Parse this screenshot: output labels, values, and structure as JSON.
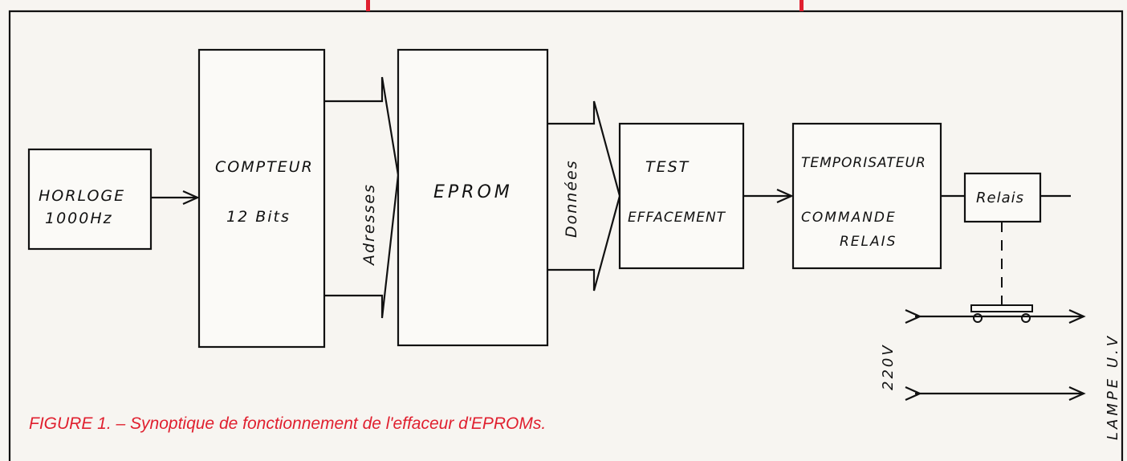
{
  "diagram": {
    "blocks": {
      "horloge": [
        "HORLOGE",
        "1000Hz"
      ],
      "compteur": [
        "COMPTEUR",
        "12 Bits"
      ],
      "eprom": "EPROM",
      "test": [
        "TEST",
        "EFFACEMENT"
      ],
      "tempo": [
        "TEMPORISATEUR",
        "COMMANDE",
        "RELAIS"
      ],
      "relais": "Relais"
    },
    "buses": {
      "adresses": "Adresses",
      "donnees": "Données"
    },
    "power": {
      "voltage": "220V",
      "lamp": "LAMPE U.V"
    }
  },
  "caption": "FIGURE 1. – Synoptique de fonctionnement de l'effaceur d'EPROMs.",
  "colors": {
    "caption": "#e0202f",
    "frame": "#111111"
  }
}
